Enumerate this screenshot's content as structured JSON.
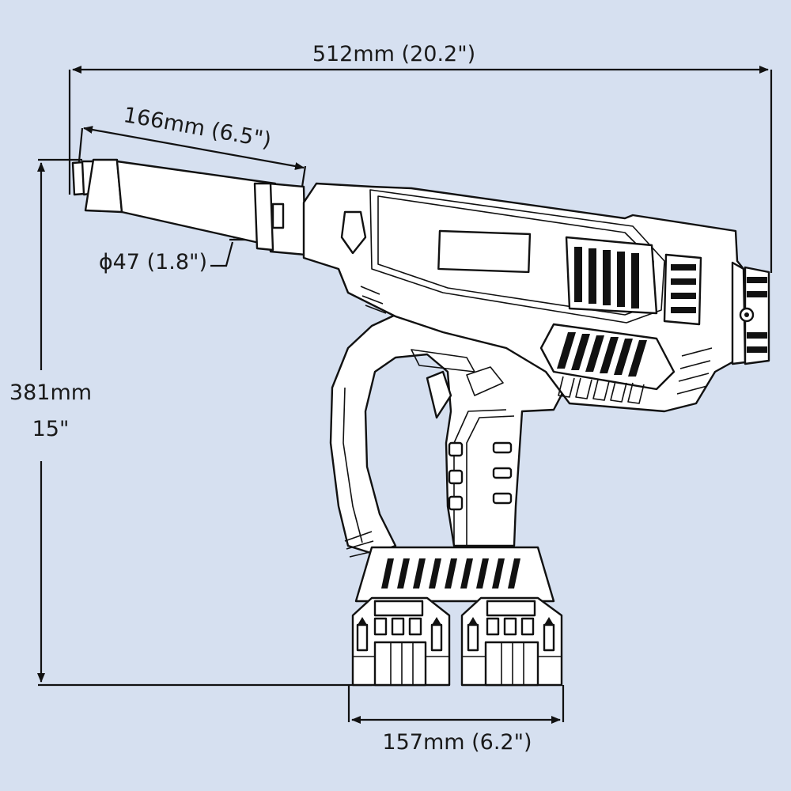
{
  "dimensions": {
    "overall_length": "512mm (20.2\")",
    "nose_length": "166mm (6.5\")",
    "nose_diameter": "ϕ47 (1.8\")",
    "height_mm": "381mm",
    "height_in": "15\"",
    "battery_width": "157mm (6.2\")"
  },
  "colors": {
    "background": "#d6e0f0",
    "line": "#111111",
    "fill": "#ffffff"
  }
}
